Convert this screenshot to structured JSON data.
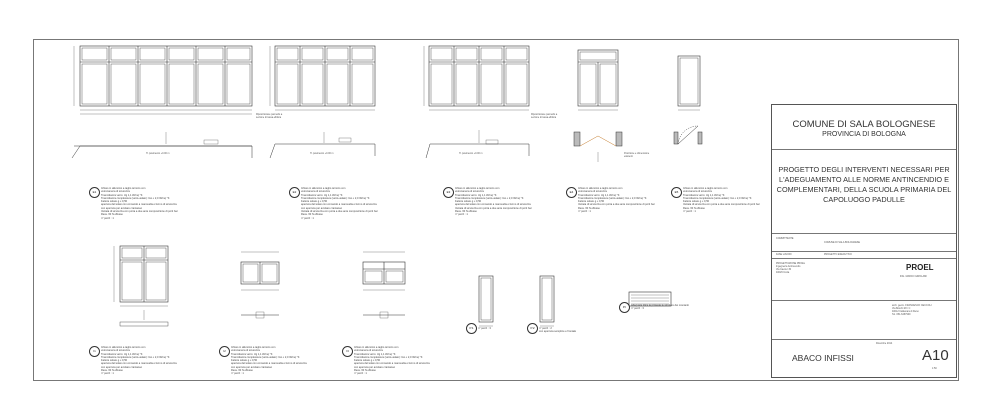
{
  "titleblock": {
    "municipality": "COMUNE DI SALA BOLOGNESE",
    "province": "PROVINCIA DI BOLOGNA",
    "project_lines": [
      "PROGETTO DEGLI INTERVENTI NECESSARI PER",
      "L'ADEGUAMENTO ALLE NORME ANTINCENDIO E",
      "COMPLEMENTARI, DELLA SCUOLA PRIMARIA DEL",
      "CAPOLUOGO PADULLE"
    ],
    "client_label": "COMMITTENTE",
    "client_value": "COMUNE DI SALA BOLOGNESE",
    "phase_label": "FASE LAVORI",
    "phase_value": "PROGETTO ESECUTIVO",
    "logo": "PROEL",
    "drawing_title": "ABACO INFISSI",
    "date": "Dicembre 2014",
    "sheet_code": "A10",
    "scale": "1:50",
    "designer_lines": [
      "arch. geom. FRANCESCO CECCOLI",
      "Via Boschi 28 / C",
      "40012 Calderara di Reno",
      "Tel. 051-6467900"
    ],
    "proel_lines": [
      "PROGETTAZIONE PROEL",
      "Ingegneria Antincendio",
      "Via Cavour 30",
      "40026 Imola",
      "ING. MARCO GIROLAMI"
    ]
  },
  "tags": {
    "e1": "E1",
    "e2": "E2",
    "e3": "E3",
    "e4": "E4",
    "e5": "E5",
    "i1": "I1",
    "i2": "I2",
    "i3": "I3",
    "p1": "P.1",
    "p2": "P.2",
    "pi": "P.I"
  },
  "notes": {
    "e1": [
      "Infisso in alluminio a taglio termico con",
      "vetrocamera di sicurezza",
      "Trasmittanza vetro: Ug 1,1 W/mq °K",
      "Trasmittanza complessiva (vetro+telaio): Uw ≤ 2,0 W/mq °K",
      "Fattore solare g ≤ 0,50",
      "apertura del telaio con comando a manovella e fermo di sicurezza",
      "con apertura per avvitare crantaneo",
      "Vetrata di sicurezza con porta a due ante composizione di porti bar",
      "Ress. 60 N effesse",
      "n° pezzi : 1"
    ],
    "e2": [
      "Infisso in alluminio a taglio termico con",
      "vetrocamera di sicurezza",
      "Trasmittanza vetro: Ug 1,1 W/mq °K",
      "Trasmittanza complessiva (vetro+telaio): Uw ≤ 2,0 W/mq °K",
      "Fattore solare g ≤ 0,50",
      "apertura del telaio con comando a manovella e fermo di sicurezza",
      "con apertura per avvitare crantaneo",
      "Vetrata di sicurezza con porta a due ante composizione di porti bar",
      "Ress. 60 N effesse",
      "n° pezzi : 1"
    ],
    "e3": [
      "Infisso in alluminio a taglio termico con",
      "vetrocamera di sicurezza",
      "Trasmittanza vetro: Ug 1,1 W/mq °K",
      "Trasmittanza complessiva (vetro+telaio): Uw ≤ 2,0 W/mq °K",
      "Fattore solare g ≤ 0,50",
      "apertura del telaio con comando a manovella e fermo di sicurezza",
      "Vetrata di sicurezza con porta a due ante composizione di porti bar",
      "Ress. 60 N effesse",
      "n° pezzi : 1"
    ],
    "e4": [
      "Infisso in alluminio a taglio termico con",
      "vetrocamera di sicurezza",
      "Trasmittanza vetro: Ug 1,1 W/mq °K",
      "Trasmittanza complessiva (vetro+telaio): Uw ≤ 2,0 W/mq °K",
      "Fattore solare g ≤ 0,50",
      "Vetrata di sicurezza con porta a due ante composizione di porti bar",
      "Ress. 60 N effesse",
      "n° pezzi : 1"
    ],
    "e5": [
      "Infisso in alluminio a taglio termico con",
      "vetrocamera di sicurezza",
      "Trasmittanza vetro: Ug 1,1 W/mq °K",
      "Trasmittanza complessiva (vetro+telaio): Uw ≤ 2,0 W/mq °K",
      "Fattore solare g ≤ 0,50",
      "Vetrata di sicurezza con porta a due ante composizione di porti bar",
      "Ress. 60 N effesse",
      "n° pezzi : 1"
    ],
    "i1": [
      "Infisso in alluminio a taglio termico con",
      "vetrocamera di sicurezza",
      "Trasmittanza vetro: Ug 1,1 W/mq °K",
      "Trasmittanza complessiva (vetro+telaio): Uw ≤ 2,0 W/mq °K",
      "Fattore solare g ≤ 0,50",
      "apertura del telaio con comando a manovella e fermo di sicurezza",
      "con apertura per avvitare crantaneo",
      "Ress. 60 N effesse",
      "n° pezzi : 1"
    ],
    "i2": [
      "Infisso in alluminio a taglio termico con",
      "vetrocamera di sicurezza",
      "Trasmittanza vetro: Ug 1,1 W/mq °K",
      "Trasmittanza complessiva (vetro+telaio): Uw ≤ 2,0 W/mq °K",
      "Fattore solare g ≤ 0,50",
      "apertura del telaio con comando a manovella e fermo di sicurezza",
      "con apertura per avvitare crantaneo",
      "Ress. 60 N effesse",
      "n° pezzi : 1"
    ],
    "i3": [
      "Infisso in alluminio a taglio termico con",
      "vetrocamera di sicurezza",
      "Trasmittanza vetro: Ug 1,1 W/mq °K",
      "Trasmittanza complessiva (vetro+telaio): Uw ≤ 2,0 W/mq °K",
      "Fattore solare g ≤ 0,50",
      "apertura del telaio con comando a manovella e fermo di sicurezza",
      "con apertura per avvitare crantaneo",
      "Ress. 60 N effesse",
      "n° pezzi : 1"
    ],
    "p1": [
      "n° pezzi : 3"
    ],
    "p2": [
      "n° pezzi : 2",
      "con apertura semplice e frontale"
    ],
    "pi": [
      "Adeguare Rice le proteste le strutture dei montanti",
      "n° pezzi : 3"
    ]
  },
  "captions": {
    "pianta": "H. pavimento +0.00 m",
    "riposizionare": "Riposizionare pannello a sezione di tassa ellittica",
    "posizione": "Posizione e dimensione esistenti"
  }
}
